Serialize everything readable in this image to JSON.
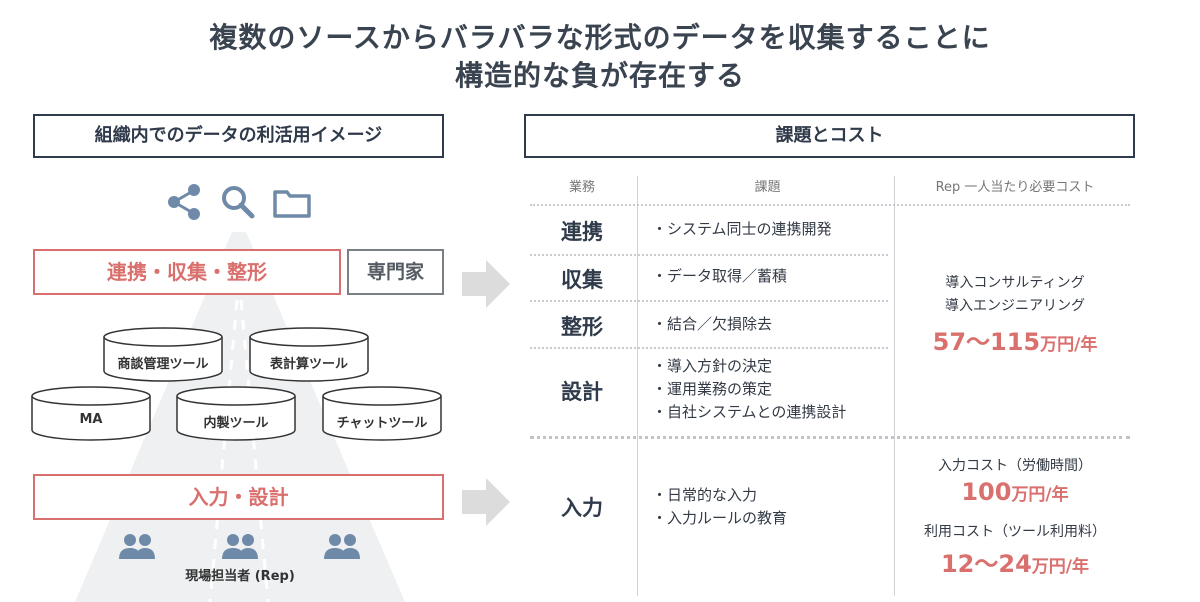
{
  "title": {
    "line1": "複数のソースからバラバラな形式のデータを収集することに",
    "line2": "構造的な負が存在する"
  },
  "left": {
    "header": "組織内でのデータの利活用イメージ",
    "top_icons": [
      "share-icon",
      "search-icon",
      "folder-icon"
    ],
    "integrate_label": "連携・収集・整形",
    "expert_label": "専門家",
    "tools": [
      "商談管理ツール",
      "表計算ツール",
      "MA",
      "内製ツール",
      "チャットツール"
    ],
    "input_label": "入力・設計",
    "people_icons": [
      "people-icon",
      "people-icon",
      "people-icon"
    ],
    "rep_label": "現場担当者 (Rep)"
  },
  "right": {
    "header": "課題とコスト",
    "columns": [
      "業務",
      "課題",
      "Rep 一人当たり必要コスト"
    ],
    "rows": [
      {
        "task": "連携",
        "issues": [
          "・システム同士の連携開発"
        ]
      },
      {
        "task": "収集",
        "issues": [
          "・データ取得／蓄積"
        ]
      },
      {
        "task": "整形",
        "issues": [
          "・結合／欠損除去"
        ]
      },
      {
        "task": "設計",
        "issues": [
          "・導入方針の決定",
          "・運用業務の策定",
          "・自社システムとの連携設計"
        ]
      },
      {
        "task": "入力",
        "issues": [
          "・日常的な入力",
          "・入力ルールの教育"
        ]
      }
    ],
    "cost_upper": {
      "line1": "導入コンサルティング",
      "line2": "導入エンジニアリング",
      "amount": "57〜115",
      "unit": "万円/年"
    },
    "cost_lower": {
      "label1": "入力コスト（労働時間）",
      "amount1": "100",
      "unit1": "万円/年",
      "label2": "利用コスト（ツール利用料）",
      "amount2": "12〜24",
      "unit2": "万円/年"
    }
  },
  "colors": {
    "accent_red": "#d9706e",
    "navy": "#2f3a4a",
    "icon_blue": "#6f8aa8",
    "funnel_grey": "#eef0f2",
    "arrow_grey": "#dcdcdc"
  }
}
